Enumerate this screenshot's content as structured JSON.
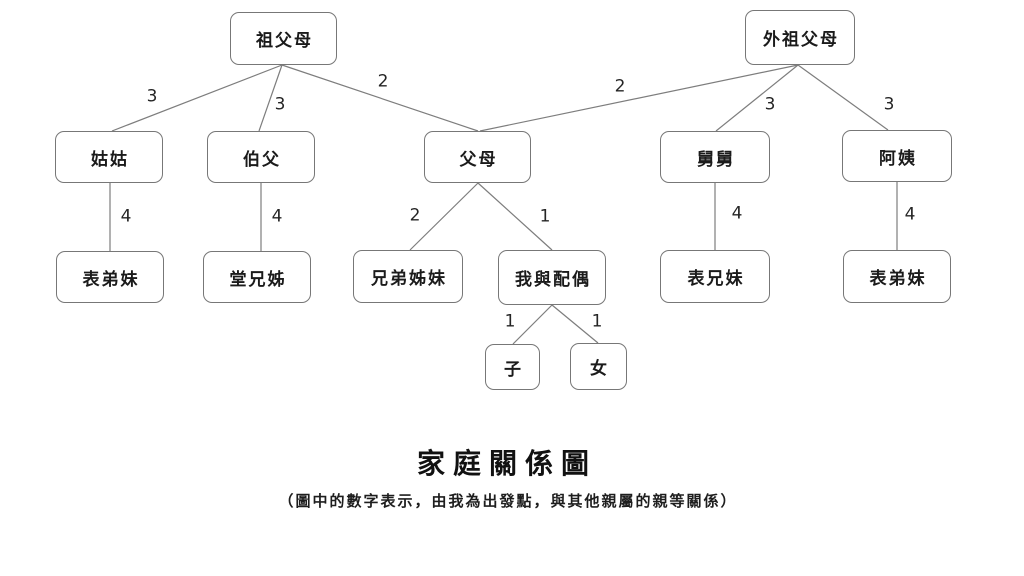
{
  "title": "家庭關係圖",
  "subtitle": "（圖中的數字表示，由我為出發點，與其他親屬的親等關係）",
  "colors": {
    "background": "#ffffff",
    "node_border": "#777777",
    "edge_line": "#7d7d7d",
    "text": "#1b1b1b"
  },
  "nodes": [
    {
      "id": "paternal-grandparents",
      "label": "祖父母"
    },
    {
      "id": "maternal-grandparents",
      "label": "外祖父母"
    },
    {
      "id": "paternal-aunt",
      "label": "姑姑"
    },
    {
      "id": "paternal-uncle",
      "label": "伯父"
    },
    {
      "id": "parents",
      "label": "父母"
    },
    {
      "id": "maternal-uncle",
      "label": "舅舅"
    },
    {
      "id": "maternal-aunt",
      "label": "阿姨"
    },
    {
      "id": "paternal-aunt-cousins",
      "label": "表弟妹"
    },
    {
      "id": "paternal-uncle-cousins",
      "label": "堂兄姊"
    },
    {
      "id": "siblings",
      "label": "兄弟姊妹"
    },
    {
      "id": "me-and-spouse",
      "label": "我與配偶"
    },
    {
      "id": "maternal-uncle-cousins",
      "label": "表兄妹"
    },
    {
      "id": "maternal-aunt-cousins",
      "label": "表弟妹"
    },
    {
      "id": "son",
      "label": "子"
    },
    {
      "id": "daughter",
      "label": "女"
    }
  ],
  "edges": [
    {
      "from": "祖父母",
      "to": "姑姑",
      "degree": "3"
    },
    {
      "from": "祖父母",
      "to": "伯父",
      "degree": "3"
    },
    {
      "from": "祖父母",
      "to": "父母",
      "degree": "2"
    },
    {
      "from": "外祖父母",
      "to": "父母",
      "degree": "2"
    },
    {
      "from": "外祖父母",
      "to": "舅舅",
      "degree": "3"
    },
    {
      "from": "外祖父母",
      "to": "阿姨",
      "degree": "3"
    },
    {
      "from": "姑姑",
      "to": "表弟妹",
      "degree": "4"
    },
    {
      "from": "伯父",
      "to": "堂兄姊",
      "degree": "4"
    },
    {
      "from": "父母",
      "to": "兄弟姊妹",
      "degree": "2"
    },
    {
      "from": "父母",
      "to": "我與配偶",
      "degree": "1"
    },
    {
      "from": "舅舅",
      "to": "表兄妹",
      "degree": "4"
    },
    {
      "from": "阿姨",
      "to": "表弟妹",
      "degree": "4"
    },
    {
      "from": "我與配偶",
      "to": "子",
      "degree": "1"
    },
    {
      "from": "我與配偶",
      "to": "女",
      "degree": "1"
    }
  ]
}
